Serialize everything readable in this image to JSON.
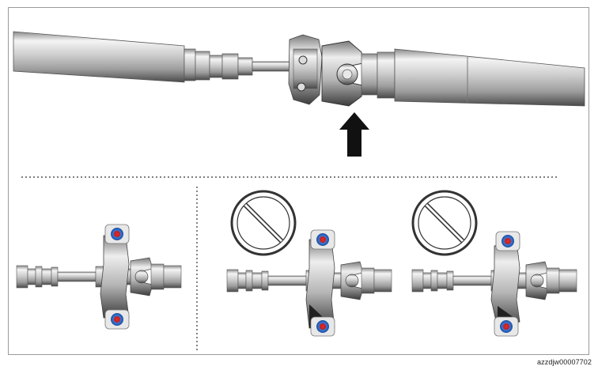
{
  "figure": {
    "id_label": "azzdjw00007702",
    "colors": {
      "frame": "#9a9a9a",
      "metal_dark": "#6e6e6e",
      "metal_light": "#f2f2f2",
      "arrow": "#111111",
      "bolt_outer": "#2f6fd1",
      "bolt_inner": "#d42b2b",
      "prohibit": "#333333"
    },
    "panels": [
      {
        "name": "overview",
        "arrow": "up-arrow-icon"
      },
      {
        "name": "correct-orientation"
      },
      {
        "name": "wrong-orientation-1",
        "symbol": "prohibited-icon"
      },
      {
        "name": "wrong-orientation-2",
        "symbol": "prohibited-icon"
      }
    ]
  }
}
